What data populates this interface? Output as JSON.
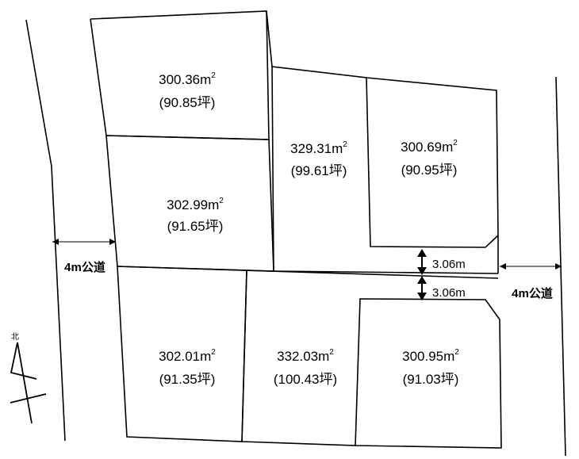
{
  "lots": [
    {
      "id": "lot-1",
      "area": "300.36",
      "tsubo": "(90.85坪)"
    },
    {
      "id": "lot-2",
      "area": "302.99",
      "tsubo": "(91.65坪)"
    },
    {
      "id": "lot-3",
      "area": "329.31",
      "tsubo": "(99.61坪)"
    },
    {
      "id": "lot-4",
      "area": "300.69",
      "tsubo": "(90.95坪)"
    },
    {
      "id": "lot-5",
      "area": "302.01",
      "tsubo": "(91.35坪)"
    },
    {
      "id": "lot-6",
      "area": "332.03",
      "tsubo": "(100.43坪)"
    },
    {
      "id": "lot-7",
      "area": "300.95",
      "tsubo": "(91.03坪)"
    }
  ],
  "unit": "m",
  "unit_sup": "2",
  "roads": {
    "left_label": "4m公道",
    "right_label": "4m公道"
  },
  "passages": {
    "upper_width": "3.06m",
    "lower_width": "3.06m"
  },
  "north": {
    "label": "北"
  }
}
